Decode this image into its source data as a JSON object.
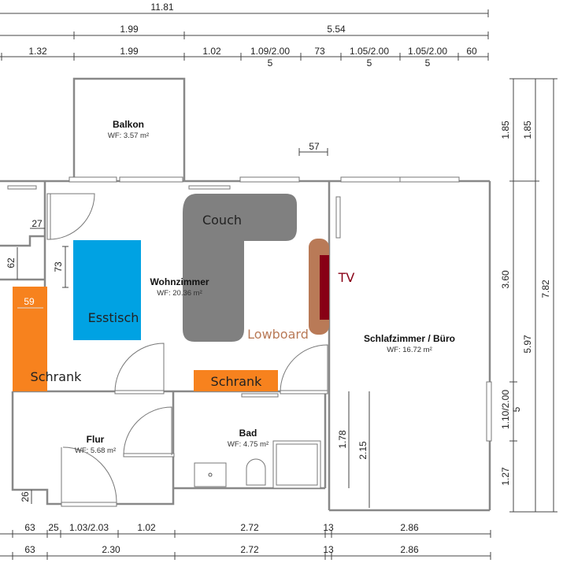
{
  "dims_top": {
    "total": "11.81",
    "row2": [
      "1.99",
      "5.54"
    ],
    "row3": [
      "1.32",
      "1.99",
      "1.02",
      "1.09/2.00",
      "73",
      "1.05/2.00",
      "1.05/2.00",
      "60"
    ],
    "row3_sub": [
      "5",
      "5",
      "5"
    ]
  },
  "dims_bottom": {
    "row1": [
      "63",
      "25",
      "1.03/2.03",
      "1.02",
      "2.72",
      "13",
      "2.86"
    ],
    "row2": [
      "63",
      "2.30",
      "2.72",
      "13",
      "2.86"
    ]
  },
  "dims_right": {
    "col1": [
      "1.85",
      "3.60",
      "1.10/2.00",
      "5",
      "1.27"
    ],
    "col2": [
      "1.85",
      "5.97"
    ],
    "col3": [
      "7.82"
    ]
  },
  "dims_inner": {
    "window": "57",
    "d27": "27",
    "d62": "62",
    "d73": "73",
    "d59": "59",
    "d178": "1.78",
    "d215": "2.15",
    "d26": "26"
  },
  "rooms": [
    {
      "name": "Balkon",
      "wf": "WF: 3.57 m²"
    },
    {
      "name": "Wohnzimmer",
      "wf": "WF: 20.36 m²"
    },
    {
      "name": "Schlafzimmer / Büro",
      "wf": "WF: 16.72 m²"
    },
    {
      "name": "Flur",
      "wf": "WF: 5.68 m²"
    },
    {
      "name": "Bad",
      "wf": "WF: 4.75 m²"
    }
  ],
  "furniture": {
    "couch": "Couch",
    "esstisch": "Esstisch",
    "tv": "TV",
    "lowboard": "Lowboard",
    "schrank1": "Schrank",
    "schrank2": "Schrank"
  },
  "colors": {
    "couch": "#808080",
    "esstisch": "#00a2e3",
    "schrank": "#f7821e",
    "lowboard": "#b97a57",
    "tv": "#880015"
  }
}
